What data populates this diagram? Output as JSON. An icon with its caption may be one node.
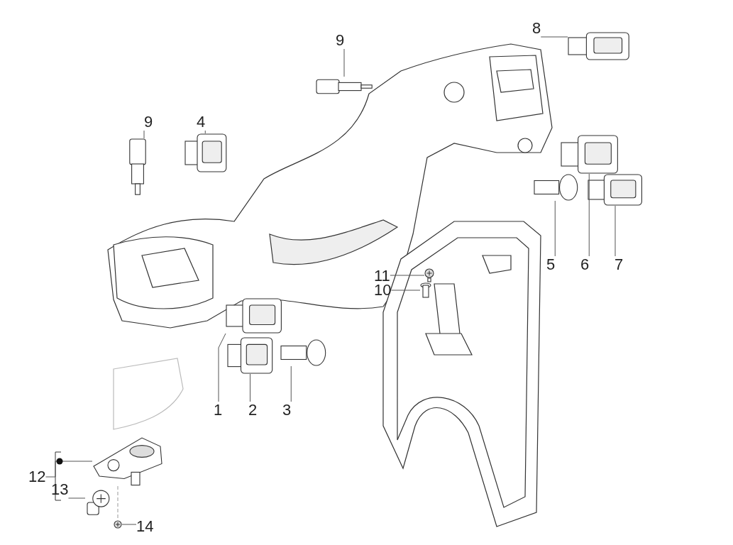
{
  "diagram": {
    "nodes": [
      {
        "text": [
          "9"
        ]
      },
      {
        "text": [
          "8"
        ]
      },
      {
        "text": [
          "9"
        ]
      },
      {
        "text": [
          "4"
        ]
      },
      {
        "text": [
          "5"
        ]
      },
      {
        "text": [
          "6"
        ]
      },
      {
        "text": [
          "7"
        ]
      },
      {
        "text": [
          "11"
        ]
      },
      {
        "text": [
          "10"
        ]
      },
      {
        "text": [
          "1"
        ]
      },
      {
        "text": [
          "2"
        ]
      },
      {
        "text": [
          "3"
        ]
      },
      {
        "text": [
          "12"
        ]
      },
      {
        "text": [
          "13"
        ]
      },
      {
        "text": [
          "14"
        ]
      },
      {
        "text": [],
        "shape": "picture"
      },
      {
        "text": [],
        "shape": "picture"
      },
      {
        "text": [],
        "shape": "picture"
      },
      {
        "text": [],
        "shape": "picture"
      },
      {
        "text": [],
        "shape": "picture"
      },
      {
        "text": [],
        "shape": "picture"
      },
      {
        "text": [],
        "shape": "picture"
      },
      {
        "text": [],
        "shape": "picture"
      },
      {
        "text": [],
        "shape": "picture"
      },
      {
        "text": [],
        "shape": "picture"
      },
      {
        "text": [],
        "shape": "picture"
      },
      {
        "text": [],
        "shape": "picture"
      },
      {
        "text": [],
        "shape": "picture"
      },
      {
        "text": [],
        "shape": "picture"
      },
      {
        "text": [],
        "shape": "picture"
      }
    ],
    "edges": [
      {
        "from": 0,
        "to": 15,
        "arrow": "none"
      },
      {
        "from": 1,
        "to": 16,
        "arrow": "none"
      },
      {
        "from": 2,
        "to": 17,
        "arrow": "none"
      },
      {
        "from": 3,
        "to": 18,
        "arrow": "none"
      },
      {
        "from": 4,
        "to": 19,
        "arrow": "none"
      },
      {
        "from": 5,
        "to": 20,
        "arrow": "none"
      },
      {
        "from": 6,
        "to": 21,
        "arrow": "none"
      },
      {
        "from": 7,
        "to": 22,
        "arrow": "none"
      },
      {
        "from": 8,
        "to": 23,
        "arrow": "none"
      },
      {
        "from": 9,
        "to": 24,
        "arrow": "none"
      },
      {
        "from": 10,
        "to": 25,
        "arrow": "none"
      },
      {
        "from": 11,
        "to": 26,
        "arrow": "none"
      },
      {
        "from": 12,
        "to": 27,
        "arrow": "none"
      },
      {
        "from": 13,
        "to": 28,
        "arrow": "none"
      },
      {
        "from": 14,
        "to": 29,
        "arrow": "none"
      },
      {
        "from": 27,
        "to": 29,
        "arrow": "none",
        "style": "dashed",
        "color": "#999999"
      }
    ]
  }
}
